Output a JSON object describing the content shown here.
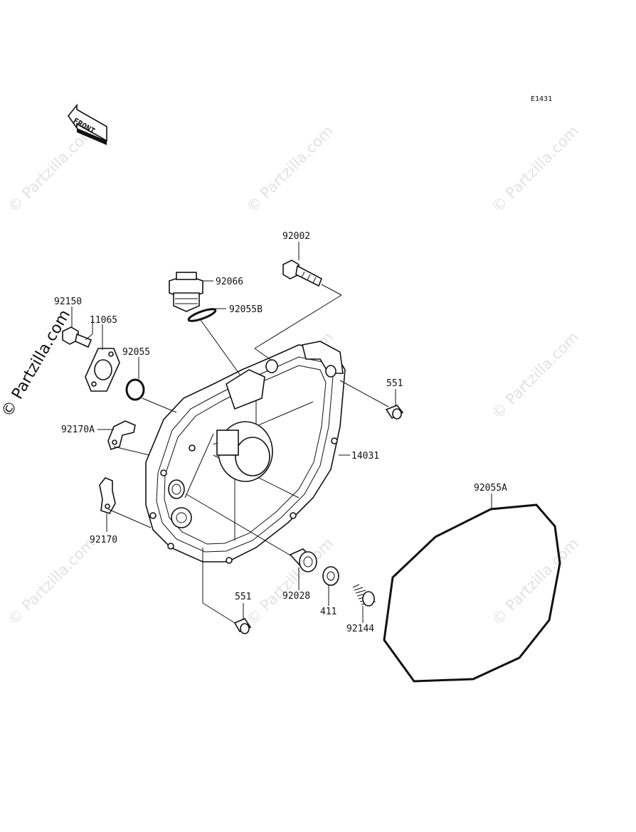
{
  "diagram": {
    "ref_code": "E1431",
    "front_label": "FRONT",
    "side_watermark": "© Partzilla.com",
    "watermark": "© Partzilla.com",
    "parts": [
      {
        "id": "p92002",
        "label": "92002"
      },
      {
        "id": "p92066",
        "label": "92066"
      },
      {
        "id": "p92055B",
        "label": "92055B"
      },
      {
        "id": "p92150",
        "label": "92150"
      },
      {
        "id": "p11065",
        "label": "11065"
      },
      {
        "id": "p92055",
        "label": "92055"
      },
      {
        "id": "p551a",
        "label": "551"
      },
      {
        "id": "p92170A",
        "label": "92170A"
      },
      {
        "id": "p14031",
        "label": "14031"
      },
      {
        "id": "p92055A",
        "label": "92055A"
      },
      {
        "id": "p92170",
        "label": "92170"
      },
      {
        "id": "p551b",
        "label": "551"
      },
      {
        "id": "p92028",
        "label": "92028"
      },
      {
        "id": "p411",
        "label": "411"
      },
      {
        "id": "p92144",
        "label": "92144"
      }
    ]
  }
}
